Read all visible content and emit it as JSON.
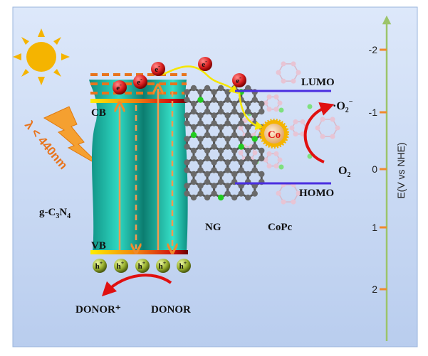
{
  "labels": {
    "cb": "CB",
    "vb": "VB",
    "lumo": "LUMO",
    "homo": "HOMO",
    "ng": "NG",
    "copc": "CoPc",
    "gcn_prefix": "g-C",
    "gcn_sub1": "3",
    "gcn_mid": "N",
    "gcn_sub2": "4",
    "co": "Co",
    "o2_radical": "·O",
    "o2_radical_sub": "2",
    "o2_radical_sup": "−",
    "o2": "O",
    "o2_sub": "2",
    "donor_plus": "DONOR⁺",
    "donor": "DONOR",
    "wavelength": "λ < 440nm",
    "electron": "e",
    "electron_sup": "-",
    "hole": "h",
    "hole_sup": "+"
  },
  "axis": {
    "label": "E(V vs NHE)",
    "ticks": [
      "-2",
      "-1",
      "0",
      "1",
      "2"
    ]
  },
  "colors": {
    "background": "#c9d9f3",
    "teal": "#1fb7a3",
    "orange": "#f08a2c",
    "lumo_line": "#4a2ee0",
    "axis": "#9cc46a",
    "arrow_red": "#e01010",
    "sun": "#f5b400"
  }
}
